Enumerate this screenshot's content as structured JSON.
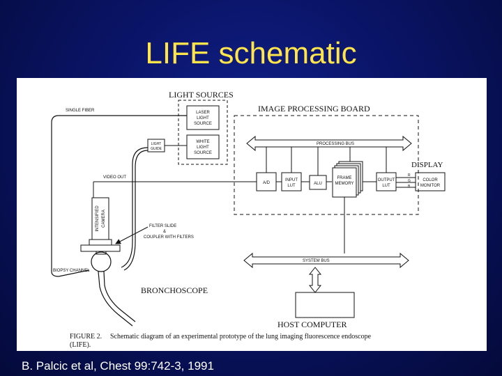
{
  "slide": {
    "title": "LIFE schematic",
    "citation": "B. Palcic et al, Chest 99:742-3, 1991"
  },
  "diagram": {
    "light_sources": "LIGHT SOURCES",
    "laser_light_source": [
      "LASER",
      "LIGHT",
      "SOURCE"
    ],
    "white_light_source": [
      "WHITE",
      "LIGHT",
      "SOURCE"
    ],
    "image_processing_board": "IMAGE PROCESSING BOARD",
    "processing_bus": "PROCESSING BUS",
    "display": "DISPLAY",
    "single_fiber": "SINGLE FIBER",
    "light_guide": [
      "LIGHT",
      "GUIDE"
    ],
    "video_out": "VIDEO OUT",
    "ad": "A/D",
    "input_lut": [
      "INPUT",
      "LUT"
    ],
    "alu": "ALU",
    "frame_memory": [
      "FRAME",
      "MEMORY"
    ],
    "output_lut": [
      "OUTPUT",
      "LUT"
    ],
    "rgb": [
      "R",
      "G",
      "B"
    ],
    "color_monitor": [
      "COLOR",
      "MONITOR"
    ],
    "intensified_camera": [
      "INTENSIFIED",
      "CAMERA"
    ],
    "filter_slide": [
      "FILTER SLIDE",
      "&",
      "COUPLER WITH FILTERS"
    ],
    "biopsy_channel": "BIOPSY CHANNEL",
    "bronchoscope": "BRONCHOSCOPE",
    "system_bus": "SYSTEM BUS",
    "host_computer": "HOST COMPUTER",
    "caption_label": "FIGURE 2.",
    "caption_text": "Schematic diagram of an experimental prototype of the lung imaging fluorescence endoscope",
    "caption_text2": "(LIFE)."
  }
}
